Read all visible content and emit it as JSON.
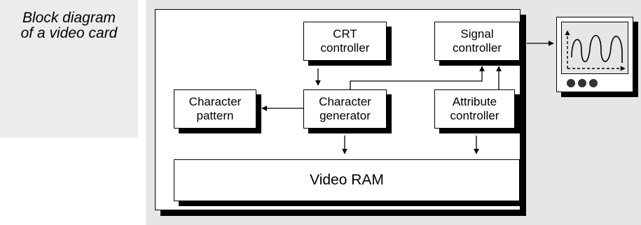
{
  "caption": {
    "line1": "Block diagram",
    "line2": "of a video card"
  },
  "blocks": {
    "crt_controller": {
      "line1": "CRT",
      "line2": "controller"
    },
    "signal_controller": {
      "line1": "Signal",
      "line2": "controller"
    },
    "character_pattern": {
      "line1": "Character",
      "line2": "pattern"
    },
    "character_generator": {
      "line1": "Character",
      "line2": "generator"
    },
    "attribute_controller": {
      "line1": "Attribute",
      "line2": "controller"
    },
    "video_ram": "Video RAM"
  },
  "colors": {
    "caption_panel": "#ececec",
    "diagram_background": "#e6e6e6",
    "lines": "#000000"
  }
}
